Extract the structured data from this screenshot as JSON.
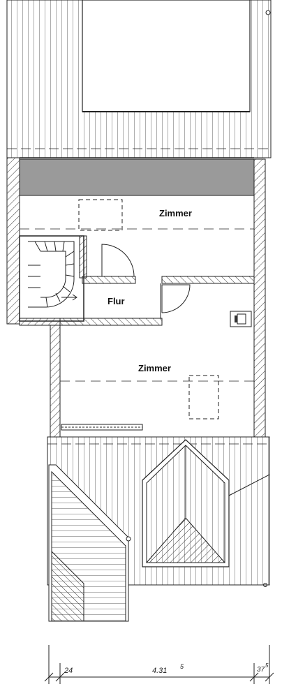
{
  "rooms": {
    "upper_room": "Zimmer",
    "hall": "Flur",
    "lower_room": "Zimmer"
  },
  "dimensions": {
    "left_wall": "24",
    "width": "4.31",
    "width_superscript": "5",
    "right_wall": "37",
    "right_wall_superscript": "5"
  },
  "colors": {
    "line": "#222222",
    "hatch_fill": "#9a9a9a"
  }
}
